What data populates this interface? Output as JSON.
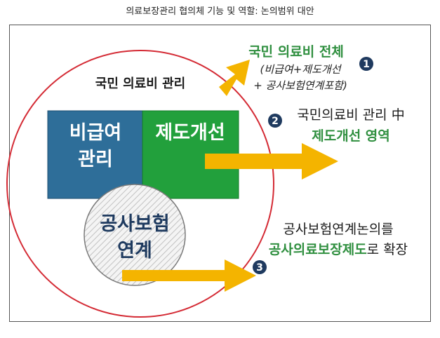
{
  "caption": "의료보장관리 협의체 기능 및 역할: 논의범위 대안",
  "outer_circle_label": "국민 의료비 관리",
  "boxes": {
    "blue": {
      "lines": [
        "비급여",
        "관리"
      ],
      "color": "#2e6e99"
    },
    "green": {
      "label": "제도개선",
      "color": "#22a03c"
    }
  },
  "circle": {
    "lines": [
      "공사보험",
      "연계"
    ]
  },
  "callouts": [
    {
      "number": "1",
      "title": "국민 의료비 전체",
      "sub_lines": [
        "(비급여+제도개선",
        "+ 공사보험연계포함)"
      ]
    },
    {
      "number": "2",
      "line1": "국민의료비 관리 中",
      "line2": "제도개선 영역"
    },
    {
      "number": "3",
      "line1": "공사보험연계논의를",
      "line2_green": "공사의료보장제도",
      "line2_black": "로 확장"
    }
  ],
  "colors": {
    "ring": "#d42a34",
    "arrow": "#f4b400",
    "green_text": "#2f8f3f",
    "badge": "#1f3a5f"
  }
}
